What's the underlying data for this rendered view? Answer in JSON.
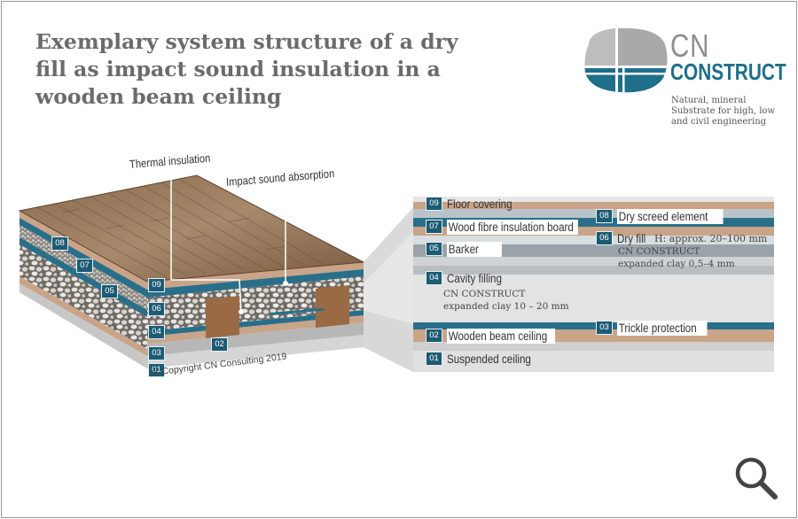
{
  "title": "Exemplary system structure of a dry fill as impact sound insulation in a wooden beam ceiling",
  "brand": {
    "name_line1": "CN",
    "name_line2": "CONSTRUCT",
    "tagline": "Natural, mineral Substrate for high, low and civil engineering"
  },
  "callouts": {
    "thermal": "Thermal insulation",
    "impact": "Impact sound absorption"
  },
  "copyright": "© Copyright CN Consulting 2019",
  "layers": {
    "l01": {
      "num": "01",
      "label": "Suspended ceiling"
    },
    "l02": {
      "num": "02",
      "label": "Wooden beam ceiling"
    },
    "l03": {
      "num": "03",
      "label": "Trickle protection"
    },
    "l04": {
      "num": "04",
      "label": "Cavity filling",
      "sub1": "CN CONSTRUCT",
      "sub2": "expanded clay 10 – 20 mm"
    },
    "l05": {
      "num": "05",
      "label": "Barker"
    },
    "l06": {
      "num": "06",
      "label": "Dry fill",
      "height": "H: approx. 20–100 mm",
      "sub1": "CN CONSTRUCT",
      "sub2": "expanded clay 0,5–4 mm"
    },
    "l07": {
      "num": "07",
      "label": "Wood fibre insulation board"
    },
    "l08": {
      "num": "08",
      "label": "Dry screed element"
    },
    "l09": {
      "num": "09",
      "label": "Floor covering"
    }
  },
  "colors": {
    "accent": "#1c5b74",
    "title": "#6b6b6b",
    "layer_blue": "#2a6f89",
    "layer_tan": "#c9a489",
    "layer_grey": "#9aa3aa"
  },
  "icons": {
    "zoom": "magnifier-icon"
  }
}
